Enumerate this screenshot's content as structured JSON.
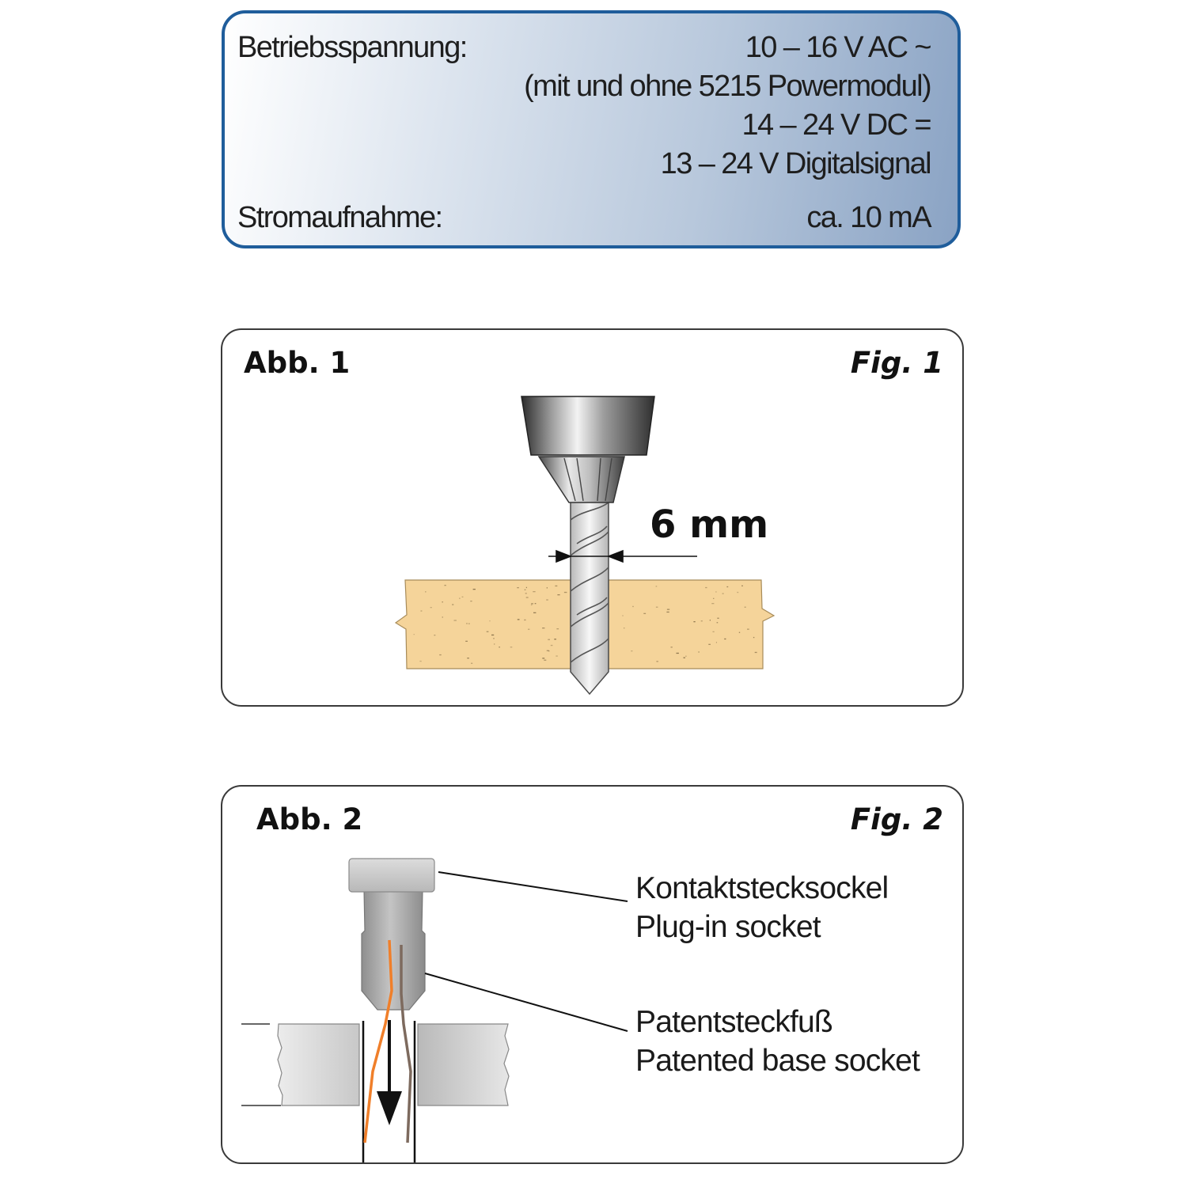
{
  "specs": {
    "operating_voltage_label": "Betriebsspannung:",
    "operating_voltage_values": [
      "10 – 16 V AC ~",
      "(mit und ohne 5215 Powermodul)",
      "14 – 24 V DC =",
      "13 – 24 V Digitalsignal"
    ],
    "current_label": "Stromaufnahme:",
    "current_value": "ca. 10 mA"
  },
  "figure1": {
    "title_de": "Abb. 1",
    "title_en": "Fig. 1",
    "drill_size": "6 mm"
  },
  "figure2": {
    "title_de": "Abb. 2",
    "title_en": "Fig. 2",
    "label_socket_de": "Kontaktstecksockel",
    "label_socket_en": "Plug-in socket",
    "label_base_de": "Patentsteckfuß",
    "label_base_en": "Patented base socket"
  },
  "colors": {
    "box_border": "#1f5d9b",
    "wood": "#f5d49a",
    "wire_orange": "#f07f2a",
    "wire_brown": "#7d6a5e"
  }
}
